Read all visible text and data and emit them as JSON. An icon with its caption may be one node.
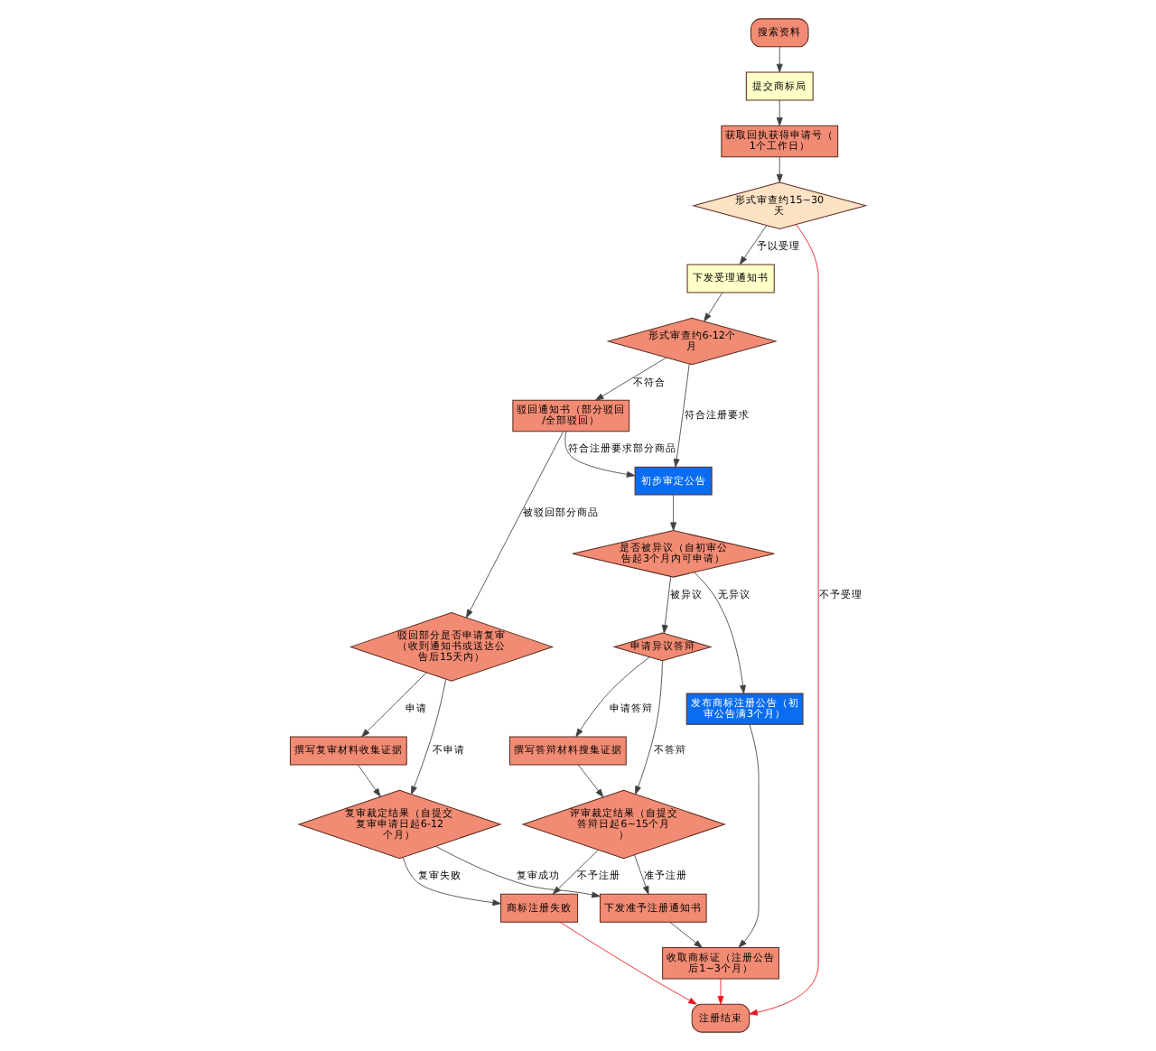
{
  "diagram": {
    "nodes": [
      {
        "text": [
          "搜索资料"
        ]
      },
      {
        "text": [
          "提交商标局"
        ]
      },
      {
        "text": [
          "获取回执获得申请号（1个工作日）"
        ]
      },
      {
        "text": [
          "形式审查约15~30天"
        ]
      },
      {
        "text": [
          "下发受理通知书"
        ]
      },
      {
        "text": [
          "形式审查约6-12个月"
        ]
      },
      {
        "text": [
          "驳回通知书（部分驳回/全部驳回）"
        ]
      },
      {
        "text": [
          "驳回部分是否申请复审（收到通知书或送达公告后15天内）"
        ]
      },
      {
        "text": [
          "撰写复审材料收集证据"
        ]
      },
      {
        "text": [
          "初步审定公告"
        ]
      },
      {
        "text": [
          "复审裁定结果（自提交复审申请日起6-12个月）"
        ]
      },
      {
        "text": [
          "是否被异议（自初审公告起3个月内可申请）"
        ]
      },
      {
        "text": [
          "申请异议答辩"
        ]
      },
      {
        "text": [
          "发布商标注册公告（初审公告满3个月）"
        ]
      },
      {
        "text": [
          "撰写答辩材料搜集证据"
        ]
      },
      {
        "text": [
          "评审裁定结果（自提交答辩日起6~15个月）"
        ]
      },
      {
        "text": [
          "商标注册失败"
        ]
      },
      {
        "text": [
          "收取商标证（注册公告后1~3个月）"
        ]
      },
      {
        "text": [
          "下发准予注册通知书"
        ]
      },
      {
        "text": [
          "注册结束"
        ]
      }
    ],
    "edges": [
      {
        "from": 0,
        "to": 1,
        "arrow": "to"
      },
      {
        "from": 1,
        "to": 2,
        "arrow": "to"
      },
      {
        "from": 2,
        "to": 3,
        "arrow": "to"
      },
      {
        "from": 3,
        "to": 4,
        "arrow": "to",
        "label": "予以受理"
      },
      {
        "from": 3,
        "to": 19,
        "arrow": "to",
        "label": "不予受理",
        "color": "#e8141c"
      },
      {
        "from": 4,
        "to": 5,
        "arrow": "to"
      },
      {
        "from": 5,
        "to": 6,
        "arrow": "to",
        "label": "不符合"
      },
      {
        "from": 5,
        "to": 9,
        "arrow": "to",
        "label": "符合注册要求"
      },
      {
        "from": 6,
        "to": 9,
        "arrow": "to",
        "label": "符合注册要求部分商品"
      },
      {
        "from": 6,
        "to": 7,
        "arrow": "to",
        "label": "被驳回部分商品"
      },
      {
        "from": 7,
        "to": 8,
        "arrow": "to",
        "label": "申请"
      },
      {
        "from": 7,
        "to": 10,
        "arrow": "to",
        "label": "不申请"
      },
      {
        "from": 8,
        "to": 10,
        "arrow": "to"
      },
      {
        "from": 9,
        "to": 11,
        "arrow": "to"
      },
      {
        "from": 11,
        "to": 12,
        "arrow": "to",
        "label": "被异议"
      },
      {
        "from": 11,
        "to": 13,
        "arrow": "to",
        "label": "无异议"
      },
      {
        "from": 12,
        "to": 14,
        "arrow": "to",
        "label": "申请答辩"
      },
      {
        "from": 12,
        "to": 15,
        "arrow": "to",
        "label": "不答辩"
      },
      {
        "from": 14,
        "to": 15,
        "arrow": "to"
      },
      {
        "from": 15,
        "to": 16,
        "arrow": "to",
        "label": "不予注册"
      },
      {
        "from": 15,
        "to": 18,
        "arrow": "to",
        "label": "准予注册"
      },
      {
        "from": 10,
        "to": 16,
        "arrow": "to",
        "label": "复审失败"
      },
      {
        "from": 10,
        "to": 18,
        "arrow": "to",
        "label": "复审成功"
      },
      {
        "from": 18,
        "to": 17,
        "arrow": "to"
      },
      {
        "from": 13,
        "to": 17,
        "arrow": "to"
      },
      {
        "from": 17,
        "to": 19,
        "arrow": "to",
        "color": "#e8141c"
      },
      {
        "from": 16,
        "to": 19,
        "arrow": "to",
        "color": "#e8141c"
      }
    ]
  }
}
